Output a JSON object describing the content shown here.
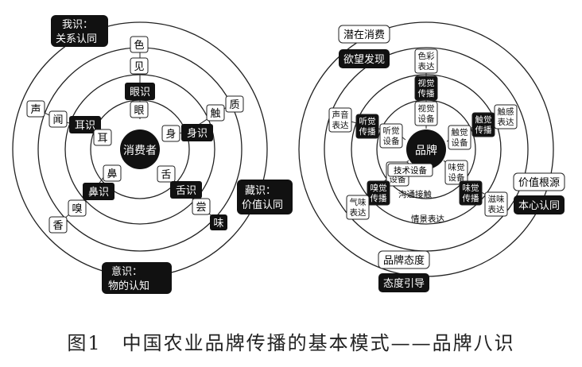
{
  "caption": "图1　中国农业品牌传播的基本模式——品牌八识",
  "left": {
    "center": "消费者",
    "outer_notes": {
      "woshi_title": "我识：",
      "woshi_sub": "关系认同",
      "cangshi_title": "藏识：",
      "cangshi_sub": "价值认同",
      "yishi_title": "意识：",
      "yishi_sub": "物的认知"
    },
    "labels": {
      "se": "色",
      "jian": "见",
      "yanshi": "眼识",
      "yan": "眼",
      "zhi": "质",
      "chu": "触",
      "shenshi": "身识",
      "shen": "身",
      "sheng": "声",
      "wen": "闻",
      "ershi": "耳识",
      "er": "耳",
      "bi": "鼻",
      "bishi": "鼻识",
      "xiu": "嗅",
      "xiang": "香",
      "she": "舌",
      "sheshi": "舌识",
      "chang": "尝",
      "wei": "味"
    }
  },
  "right": {
    "center": "品牌",
    "outer_notes": {
      "qianzai": "潜在消费",
      "yuwang": "欲望发现",
      "jiazhi": "价值根源",
      "benxin": "本心认同",
      "taidu": "品牌态度",
      "yindao": "态度引导"
    },
    "labels": {
      "secai": "色彩表达",
      "shijue_cb": "视觉传播",
      "shijue_sb": "视觉设备",
      "chugan": "触感表达",
      "chujue_cb": "触觉传播",
      "chujue_sb": "触觉设备",
      "shengyin": "声音表达",
      "tingjue_cb": "听觉传播",
      "tingjue_sb": "听觉设备",
      "xiujue_sb": "嗅觉设备",
      "xiujue_cb": "嗅觉传播",
      "qiwei": "气味表达",
      "weijue_sb": "味觉设备",
      "weijue_cb": "味觉传播",
      "ziwei": "滋味表达",
      "jishu": "技术设备",
      "goutong": "沟通接触",
      "qingjing": "情景表达"
    }
  }
}
